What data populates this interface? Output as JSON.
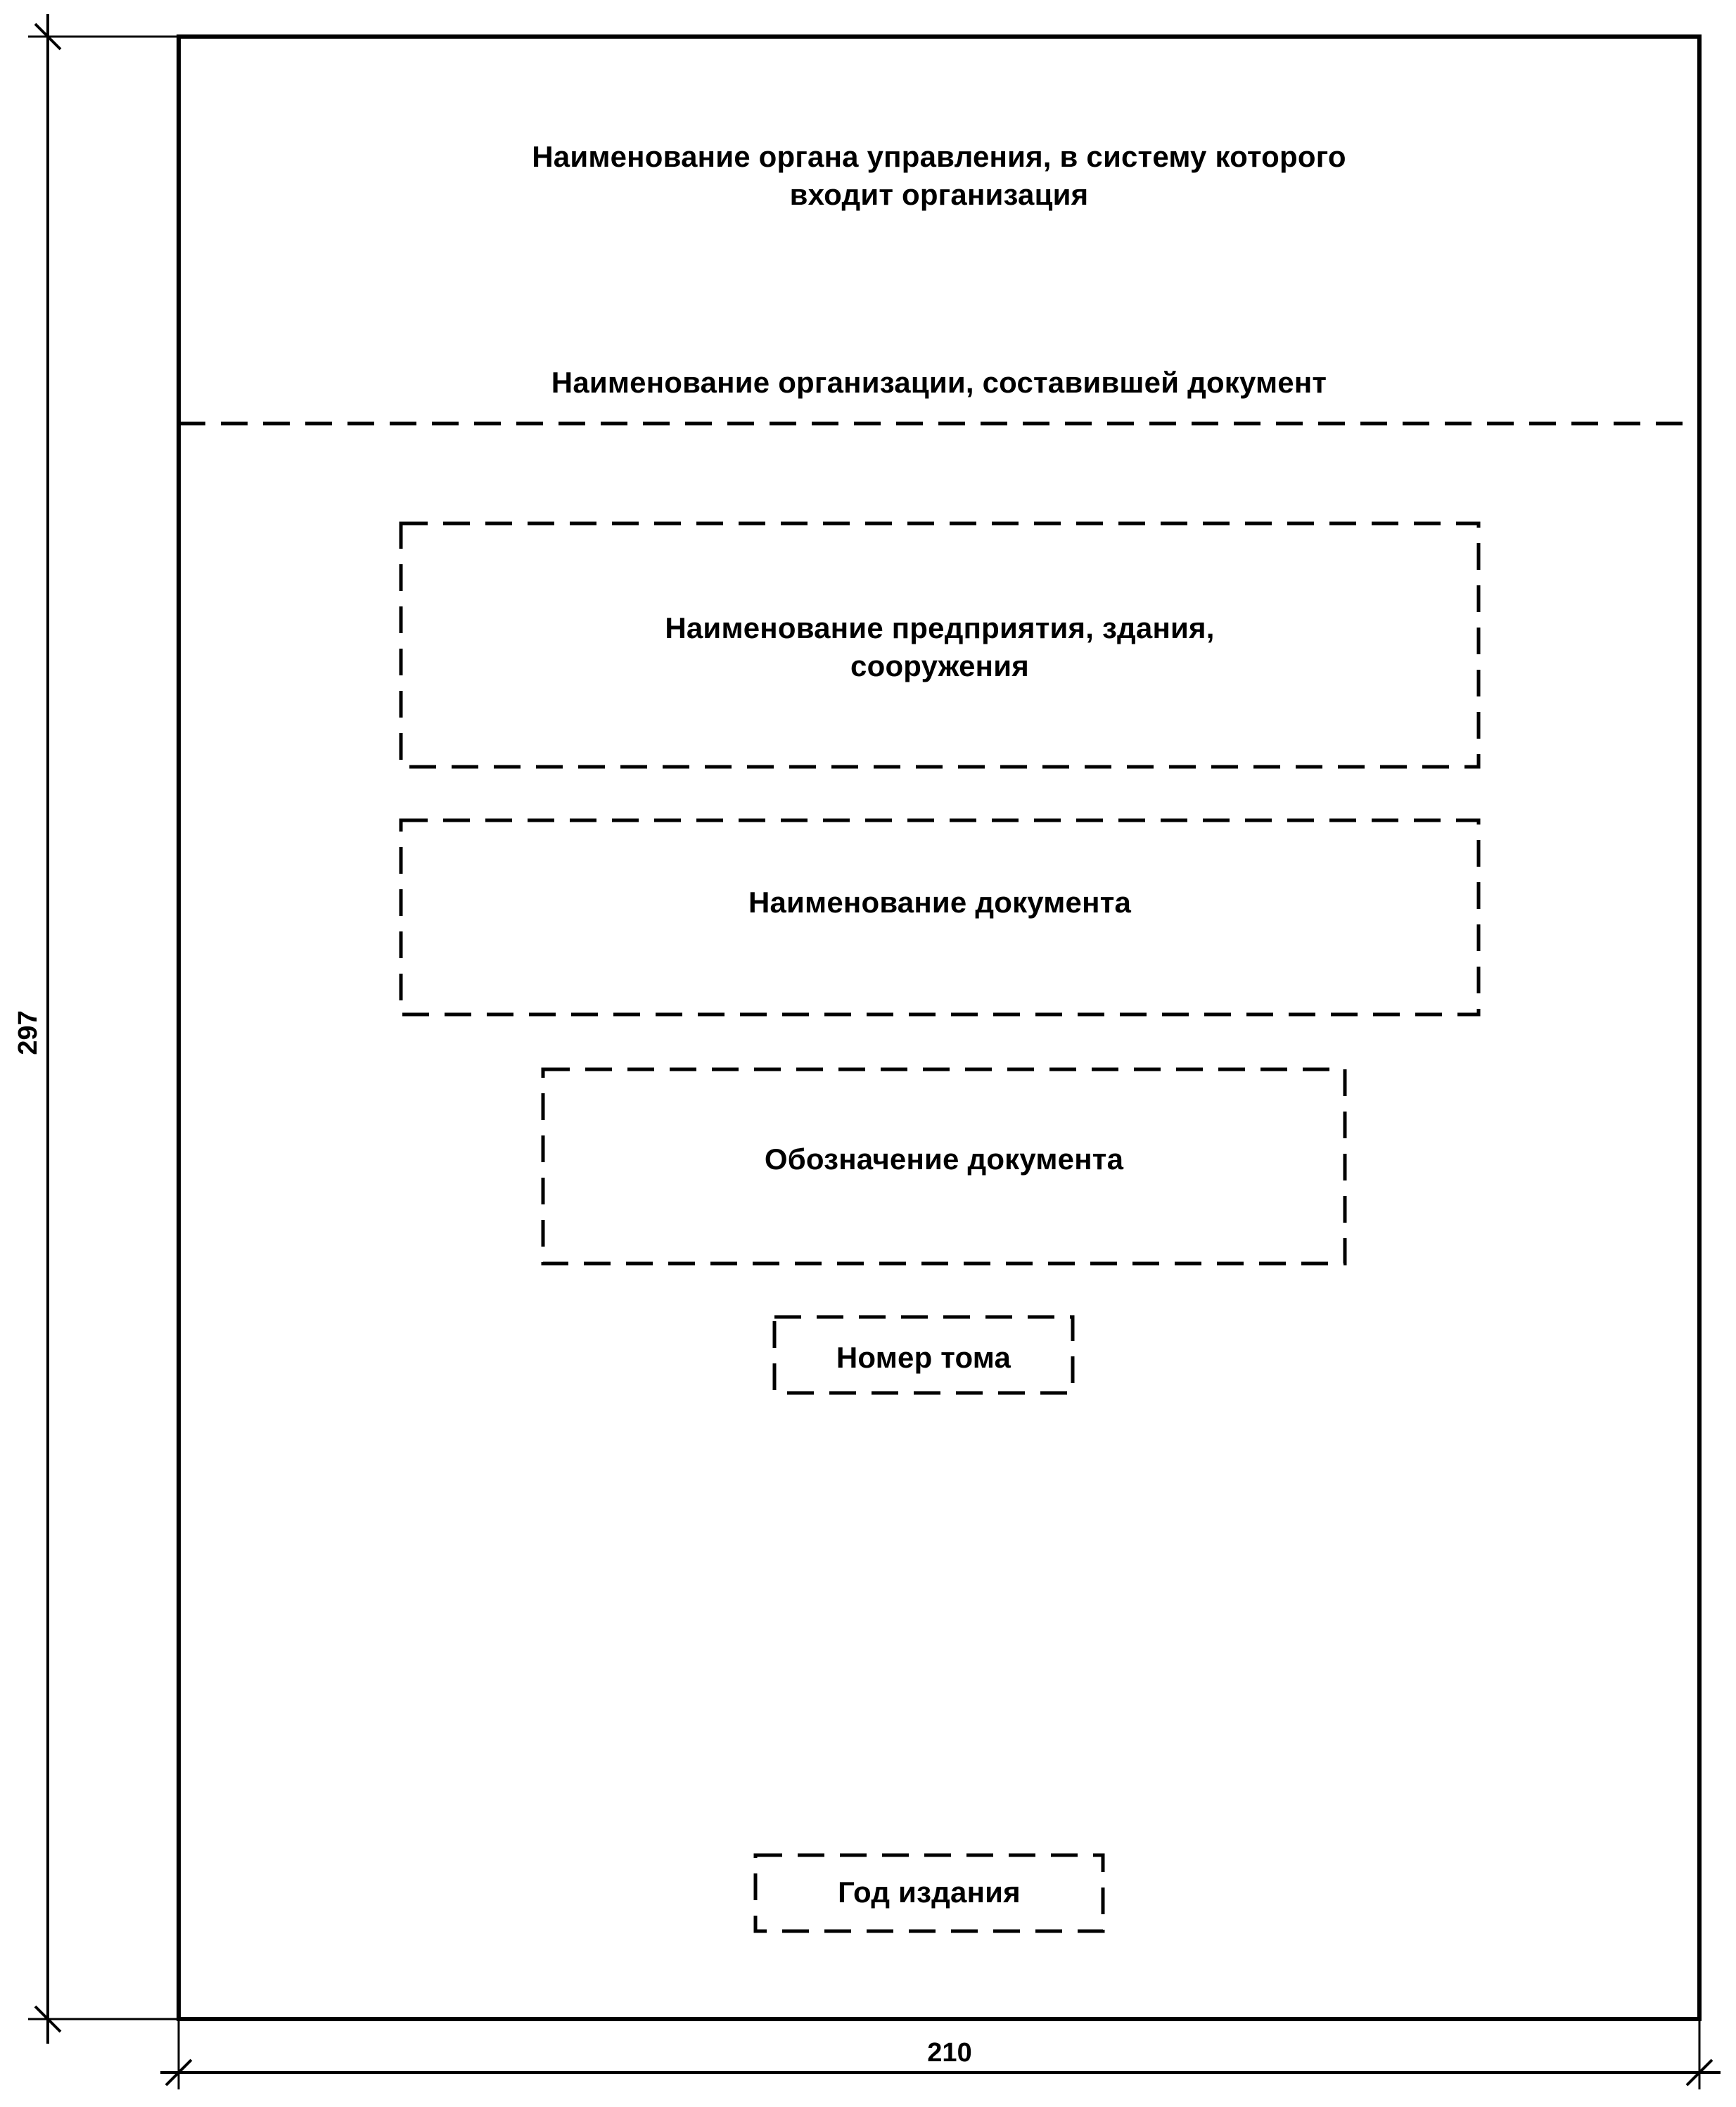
{
  "header": {
    "governing_body_line1": "Наименование органа управления, в систему которого",
    "governing_body_line2": "входит организация",
    "organization": "Наименование организации, составившей документ"
  },
  "fields": {
    "enterprise_line1": "Наименование предприятия, здания,",
    "enterprise_line2": "сооружения",
    "document_name": "Наименование документа",
    "document_designation": "Обозначение документа",
    "volume_number": "Номер тома",
    "publication_year": "Год издания"
  },
  "dimensions": {
    "width": "210",
    "height": "297"
  }
}
